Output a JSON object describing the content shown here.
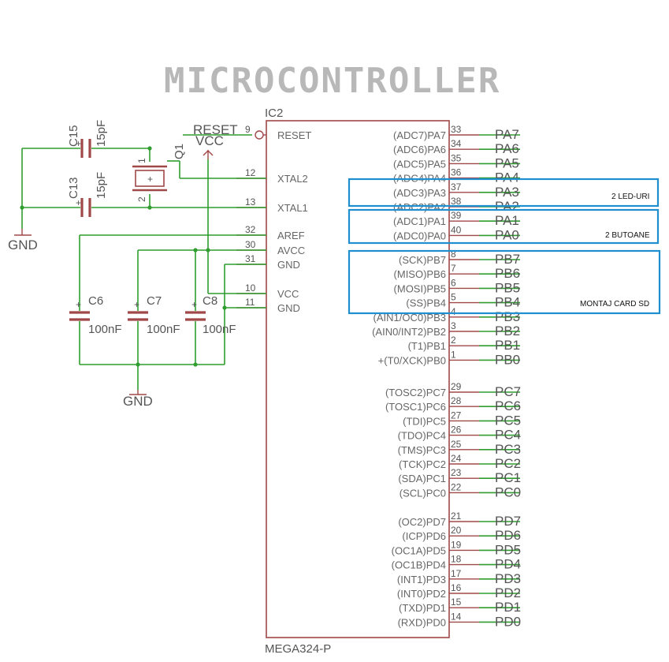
{
  "title": "MICROCONTROLLER",
  "ic": {
    "ref": "IC2",
    "value": "MEGA324-P",
    "left_pins": [
      {
        "num": "9",
        "name": "RESET"
      },
      {
        "num": "12",
        "name": "XTAL2"
      },
      {
        "num": "13",
        "name": "XTAL1"
      },
      {
        "num": "32",
        "name": "AREF"
      },
      {
        "num": "30",
        "name": "AVCC"
      },
      {
        "num": "31",
        "name": "GND"
      },
      {
        "num": "10",
        "name": "VCC"
      },
      {
        "num": "11",
        "name": "GND"
      }
    ],
    "right_pins": [
      {
        "num": "33",
        "name": "(ADC7)PA7",
        "net": "PA7"
      },
      {
        "num": "34",
        "name": "(ADC6)PA6",
        "net": "PA6"
      },
      {
        "num": "35",
        "name": "(ADC5)PA5",
        "net": "PA5"
      },
      {
        "num": "36",
        "name": "(ADC4)PA4",
        "net": "PA4"
      },
      {
        "num": "37",
        "name": "(ADC3)PA3",
        "net": "PA3"
      },
      {
        "num": "38",
        "name": "(ADC2)PA2",
        "net": "PA2"
      },
      {
        "num": "39",
        "name": "(ADC1)PA1",
        "net": "PA1"
      },
      {
        "num": "40",
        "name": "(ADC0)PA0",
        "net": "PA0"
      },
      {
        "num": "8",
        "name": "(SCK)PB7",
        "net": "PB7"
      },
      {
        "num": "7",
        "name": "(MISO)PB6",
        "net": "PB6"
      },
      {
        "num": "6",
        "name": "(MOSI)PB5",
        "net": "PB5"
      },
      {
        "num": "5",
        "name": "(SS)PB4",
        "net": "PB4"
      },
      {
        "num": "4",
        "name": "(AIN1/OC0)PB3",
        "net": "PB3"
      },
      {
        "num": "3",
        "name": "(AIN0/INT2)PB2",
        "net": "PB2"
      },
      {
        "num": "2",
        "name": "(T1)PB1",
        "net": "PB1"
      },
      {
        "num": "1",
        "name": "+(T0/XCK)PB0",
        "net": "PB0"
      },
      {
        "num": "29",
        "name": "(TOSC2)PC7",
        "net": "PC7"
      },
      {
        "num": "28",
        "name": "(TOSC1)PC6",
        "net": "PC6"
      },
      {
        "num": "27",
        "name": "(TDI)PC5",
        "net": "PC5"
      },
      {
        "num": "26",
        "name": "(TDO)PC4",
        "net": "PC4"
      },
      {
        "num": "25",
        "name": "(TMS)PC3",
        "net": "PC3"
      },
      {
        "num": "24",
        "name": "(TCK)PC2",
        "net": "PC2"
      },
      {
        "num": "23",
        "name": "(SDA)PC1",
        "net": "PC1"
      },
      {
        "num": "22",
        "name": "(SCL)PC0",
        "net": "PC0"
      },
      {
        "num": "21",
        "name": "(OC2)PD7",
        "net": "PD7"
      },
      {
        "num": "20",
        "name": "(ICP)PD6",
        "net": "PD6"
      },
      {
        "num": "19",
        "name": "(OC1A)PD5",
        "net": "PD5"
      },
      {
        "num": "18",
        "name": "(OC1B)PD4",
        "net": "PD4"
      },
      {
        "num": "17",
        "name": "(INT1)PD3",
        "net": "PD3"
      },
      {
        "num": "16",
        "name": "(INT0)PD2",
        "net": "PD2"
      },
      {
        "num": "15",
        "name": "(TXD)PD1",
        "net": "PD1"
      },
      {
        "num": "14",
        "name": "(RXD)PD0",
        "net": "PD0"
      }
    ]
  },
  "nets": {
    "reset": "RESET",
    "vcc": "VCC",
    "gnd_top": "GND",
    "gnd_bottom": "GND"
  },
  "components": {
    "c15": {
      "ref": "C15",
      "value": "15pF"
    },
    "c13": {
      "ref": "C13",
      "value": "15pF"
    },
    "q1": {
      "ref": "Q1",
      "pin1": "1",
      "pin2": "2",
      "mark": "+"
    },
    "c6": {
      "ref": "C6",
      "value": "100nF"
    },
    "c7": {
      "ref": "C7",
      "value": "100nF"
    },
    "c8": {
      "ref": "C8",
      "value": "100nF"
    }
  },
  "annotations": {
    "leds": "2 LED-URI",
    "buttons": "2 BUTOANE",
    "sd": "MONTAJ CARD SD"
  },
  "colors": {
    "wire": "#2f9e2f",
    "part": "#a04848",
    "highlight": "#1f8fd0",
    "title": "#b8b8b8"
  }
}
